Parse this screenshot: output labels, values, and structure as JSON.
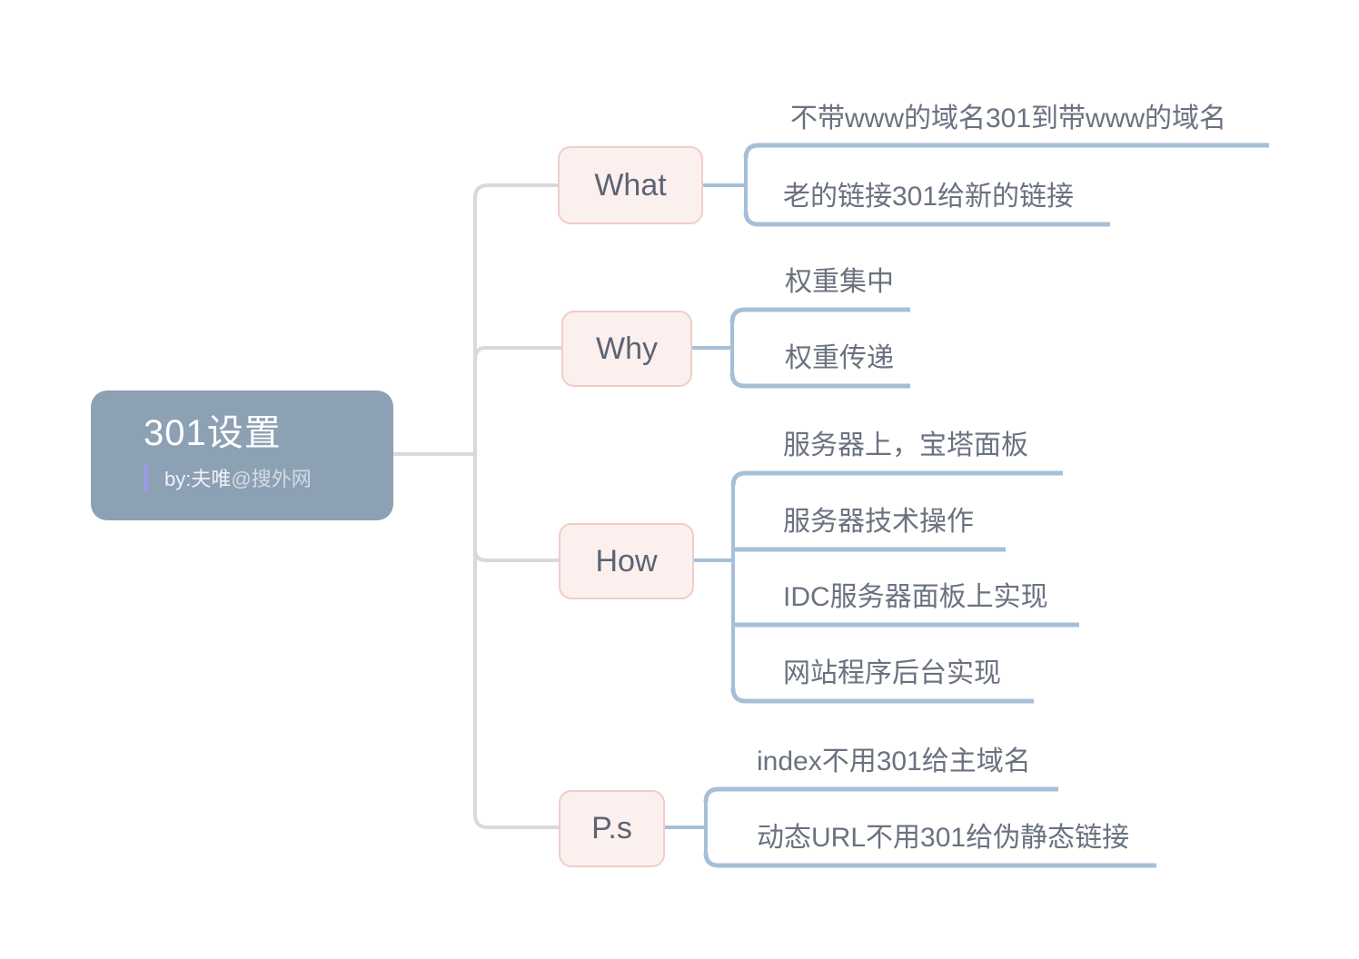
{
  "root": {
    "title": "301设置",
    "byline": "by:夫唯",
    "byline_suffix": "@搜外网"
  },
  "branches": [
    {
      "label": "What",
      "children": [
        {
          "text": "不带www的域名301到带www的域名"
        },
        {
          "text": "老的链接301给新的链接"
        }
      ]
    },
    {
      "label": "Why",
      "children": [
        {
          "text": "权重集中"
        },
        {
          "text": "权重传递"
        }
      ]
    },
    {
      "label": "How",
      "children": [
        {
          "text": "服务器上，宝塔面板"
        },
        {
          "text": "服务器技术操作"
        },
        {
          "text": "IDC服务器面板上实现"
        },
        {
          "text": "网站程序后台实现"
        }
      ]
    },
    {
      "label": "P.s",
      "children": [
        {
          "text": "index不用301给主域名"
        },
        {
          "text": "动态URL不用301给伪静态链接"
        }
      ]
    }
  ],
  "colors": {
    "root_fill": "#8da1b5",
    "root_text": "#ffffff",
    "accent_bar": "#9b9be4",
    "topic_fill": "#fcf0ef",
    "topic_border": "#f1ccc8",
    "topic_text": "#5c6472",
    "leaf_text": "#6a7280",
    "connector_gray": "#d9d9d9",
    "connector_blue": "#a6bfd8",
    "background": "#ffffff"
  }
}
